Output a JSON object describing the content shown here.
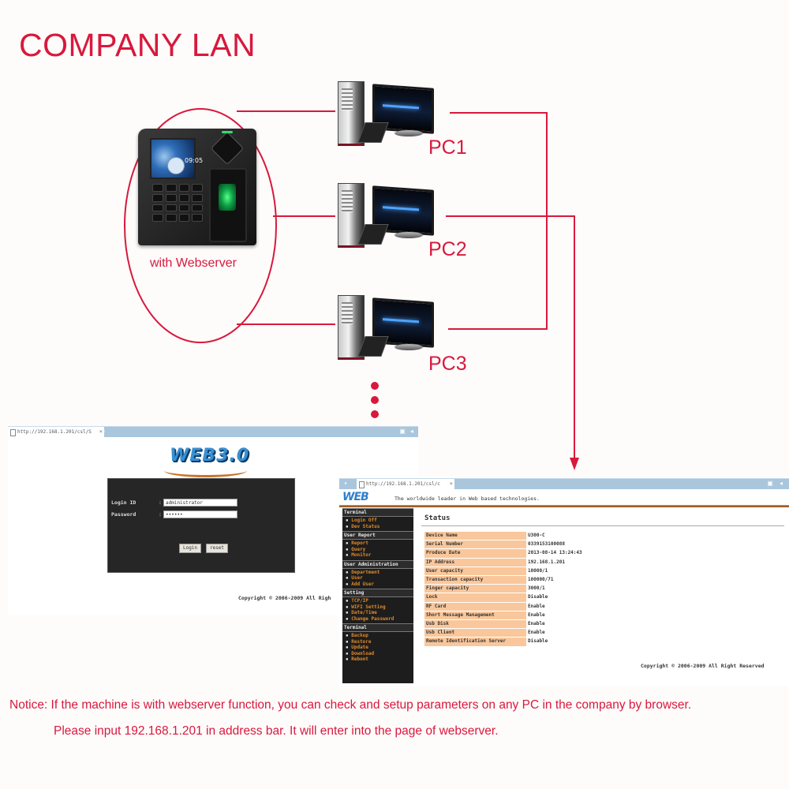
{
  "title": "COMPANY LAN",
  "colors": {
    "accent_red": "#d8193c",
    "table_key_bg": "#f9c79b",
    "sidebar_link": "#e08a2a",
    "browser_tabbar": "#a9c6dc"
  },
  "device": {
    "label": "with Webserver",
    "screen_time": "09:05"
  },
  "pcs": [
    {
      "label": "PC1"
    },
    {
      "label": "PC2"
    },
    {
      "label": "PC3"
    }
  ],
  "login_browser": {
    "tab_url": "http://192.168.1.201/csl/S",
    "logo": "WEB3.0",
    "login_id_label": "Login ID",
    "password_label": "Password",
    "colon": ":",
    "login_id_value": "administrator",
    "password_value": "••••••",
    "login_button": "Login",
    "reset_button": "reset",
    "copyright": "Copyright © 2006-2009 All Righ"
  },
  "status_browser": {
    "tab_url": "http://192.168.1.201/csl/c",
    "logo": "WEB",
    "tagline": "The worldwide leader in Web based technologies.",
    "sidebar": [
      {
        "heading": "Terminal",
        "items": [
          "Login Off",
          "Dev Status"
        ]
      },
      {
        "heading": "User Report",
        "items": [
          "Report",
          "Query",
          "Monitor"
        ]
      },
      {
        "heading": "User Administration",
        "items": [
          "Department",
          "User",
          "Add User"
        ]
      },
      {
        "heading": "Setting",
        "items": [
          "TCP/IP",
          "WIFI Setting",
          "Date/Time",
          "Change Password"
        ]
      },
      {
        "heading": "Terminal",
        "items": [
          "Backup",
          "Restore",
          "Update",
          "Download",
          "Reboot"
        ]
      }
    ],
    "status_title": "Status",
    "rows": [
      {
        "key": "Device Name",
        "value": "U300-C"
      },
      {
        "key": "Serial Number",
        "value": "0339153100088"
      },
      {
        "key": "Produce Date",
        "value": "2013-08-14 13:24:43"
      },
      {
        "key": "IP Address",
        "value": "192.168.1.201"
      },
      {
        "key": "User capacity",
        "value": "10000/1"
      },
      {
        "key": "Transaction capacity",
        "value": "100000/71"
      },
      {
        "key": "Finger capacity",
        "value": "3000/1"
      },
      {
        "key": "Lock",
        "value": "Disable"
      },
      {
        "key": "RF Card",
        "value": "Enable"
      },
      {
        "key": "Short Message Management",
        "value": "Enable"
      },
      {
        "key": "Usb Disk",
        "value": "Enable"
      },
      {
        "key": "Usb Client",
        "value": "Enable"
      },
      {
        "key": "Remote Identification Server",
        "value": "Disable"
      }
    ],
    "copyright": "Copyright © 2006-2009 All Right Reserved"
  },
  "notice": {
    "line1": "Notice: If the machine is with webserver function, you can check and setup parameters on any PC in the company by browser.",
    "line2": "Please input 192.168.1.201 in address bar. It will enter into the page of webserver."
  }
}
